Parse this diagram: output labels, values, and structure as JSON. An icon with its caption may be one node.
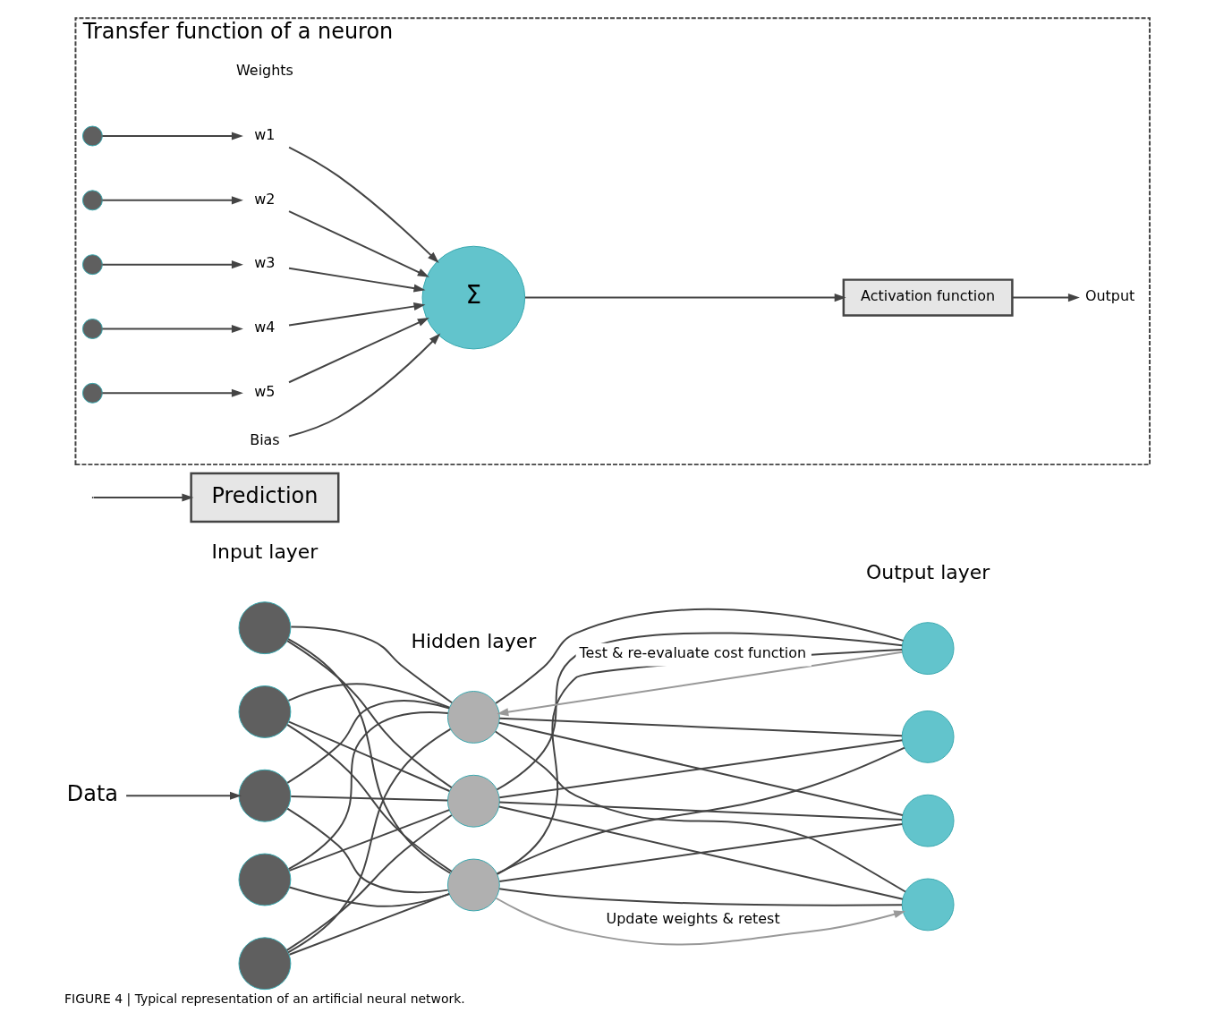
{
  "diagram": {
    "caption": "FIGURE 4 | Typical representation of an artificial neural network.",
    "nodes": [
      {
        "text": [
          "Data"
        ]
      },
      {
        "text": [],
        "shape": "circle"
      },
      {
        "text": [],
        "shape": "circle"
      },
      {
        "text": [],
        "shape": "circle"
      },
      {
        "text": [],
        "shape": "circle"
      },
      {
        "text": [],
        "shape": "circle"
      },
      {
        "text": [],
        "shape": "circle"
      },
      {
        "text": [],
        "shape": "circle"
      },
      {
        "text": [],
        "shape": "circle"
      },
      {
        "text": [],
        "shape": "circle"
      },
      {
        "text": [],
        "shape": "circle"
      },
      {
        "text": [],
        "shape": "circle"
      },
      {
        "text": [],
        "shape": "circle"
      },
      {
        "text": [
          "Prediction"
        ]
      },
      {
        "text": [
          "Transfer function of a neuron"
        ]
      },
      {
        "text": [],
        "shape": "circle",
        "in": 14
      },
      {
        "text": [],
        "shape": "circle",
        "in": 14
      },
      {
        "text": [],
        "shape": "circle",
        "in": 14
      },
      {
        "text": [],
        "shape": "circle",
        "in": 14
      },
      {
        "text": [],
        "shape": "circle",
        "in": 14
      },
      {
        "text": [
          "w1"
        ],
        "in": 14
      },
      {
        "text": [
          "w2"
        ],
        "in": 14
      },
      {
        "text": [
          "w3"
        ],
        "in": 14
      },
      {
        "text": [
          "w4"
        ],
        "in": 14
      },
      {
        "text": [
          "w5"
        ],
        "in": 14
      },
      {
        "text": [
          "Σ"
        ],
        "in": 14
      },
      {
        "text": [
          "Bias"
        ],
        "in": 14
      },
      {
        "text": [
          "Activation function"
        ],
        "in": 14
      },
      {
        "text": [
          "Output"
        ],
        "in": 14
      }
    ],
    "edges": [
      {
        "from": 0,
        "to": 3,
        "arrow": "to"
      },
      {
        "from": 1,
        "to": 6,
        "arrow": "none"
      },
      {
        "from": 1,
        "to": 7,
        "arrow": "none"
      },
      {
        "from": 1,
        "to": 8,
        "arrow": "none"
      },
      {
        "from": 2,
        "to": 6,
        "arrow": "none"
      },
      {
        "from": 2,
        "to": 7,
        "arrow": "none"
      },
      {
        "from": 2,
        "to": 8,
        "arrow": "none"
      },
      {
        "from": 3,
        "to": 6,
        "arrow": "none"
      },
      {
        "from": 3,
        "to": 7,
        "arrow": "none"
      },
      {
        "from": 3,
        "to": 8,
        "arrow": "none"
      },
      {
        "from": 4,
        "to": 6,
        "arrow": "none"
      },
      {
        "from": 4,
        "to": 7,
        "arrow": "none"
      },
      {
        "from": 4,
        "to": 8,
        "arrow": "none"
      },
      {
        "from": 5,
        "to": 6,
        "arrow": "none"
      },
      {
        "from": 5,
        "to": 7,
        "arrow": "none"
      },
      {
        "from": 5,
        "to": 8,
        "arrow": "none"
      },
      {
        "from": 6,
        "to": 9,
        "arrow": "none"
      },
      {
        "from": 6,
        "to": 10,
        "arrow": "none"
      },
      {
        "from": 6,
        "to": 11,
        "arrow": "none"
      },
      {
        "from": 6,
        "to": 12,
        "arrow": "none"
      },
      {
        "from": 7,
        "to": 9,
        "arrow": "none"
      },
      {
        "from": 7,
        "to": 10,
        "arrow": "none"
      },
      {
        "from": 7,
        "to": 11,
        "arrow": "none"
      },
      {
        "from": 7,
        "to": 12,
        "arrow": "none"
      },
      {
        "from": 8,
        "to": 9,
        "arrow": "none"
      },
      {
        "from": 8,
        "to": 10,
        "arrow": "none"
      },
      {
        "from": 8,
        "to": 11,
        "arrow": "none"
      },
      {
        "from": 8,
        "to": 12,
        "arrow": "none"
      },
      {
        "from": 9,
        "to": 6,
        "arrow": "to",
        "label": "Test & re-evaluate cost function",
        "color": "#999999"
      },
      {
        "from": 8,
        "to": 12,
        "arrow": "to",
        "label": "Update weights & retest",
        "color": "#999999"
      },
      {
        "from": null,
        "to": 13,
        "arrow": "to"
      },
      {
        "from": 15,
        "to": 20,
        "arrow": "to"
      },
      {
        "from": 16,
        "to": 21,
        "arrow": "to"
      },
      {
        "from": 17,
        "to": 22,
        "arrow": "to"
      },
      {
        "from": 18,
        "to": 23,
        "arrow": "to"
      },
      {
        "from": 19,
        "to": 24,
        "arrow": "to"
      },
      {
        "from": 20,
        "to": 25,
        "arrow": "to"
      },
      {
        "from": 21,
        "to": 25,
        "arrow": "to"
      },
      {
        "from": 22,
        "to": 25,
        "arrow": "to"
      },
      {
        "from": 23,
        "to": 25,
        "arrow": "to"
      },
      {
        "from": 24,
        "to": 25,
        "arrow": "to"
      },
      {
        "from": 26,
        "to": 25,
        "arrow": "to"
      },
      {
        "from": 25,
        "to": 27,
        "arrow": "to"
      },
      {
        "from": 27,
        "to": 28,
        "arrow": "to"
      }
    ],
    "labels": [
      "Hidden layer",
      "Input layer",
      "Output layer",
      "Weights"
    ]
  }
}
